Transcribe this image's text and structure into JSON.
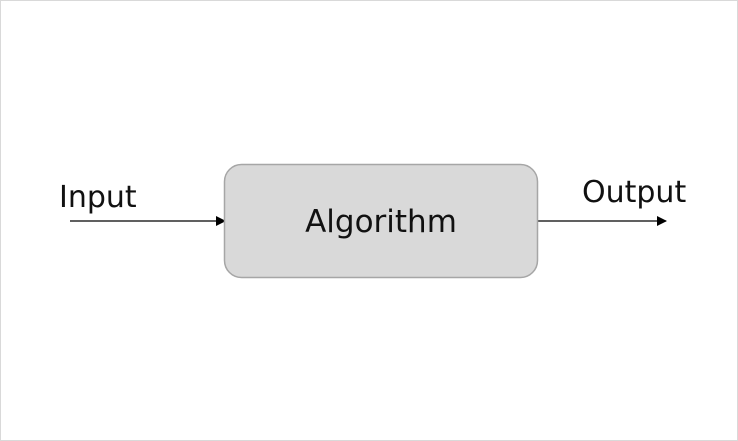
{
  "diagram": {
    "input_label": "Input",
    "process_label": "Algorithm",
    "output_label": "Output"
  },
  "colors": {
    "box_fill": "#d9d9d9",
    "box_stroke": "#a6a6a6",
    "arrow": "#000000",
    "text": "#111111",
    "frame": "#d9d9d9"
  }
}
